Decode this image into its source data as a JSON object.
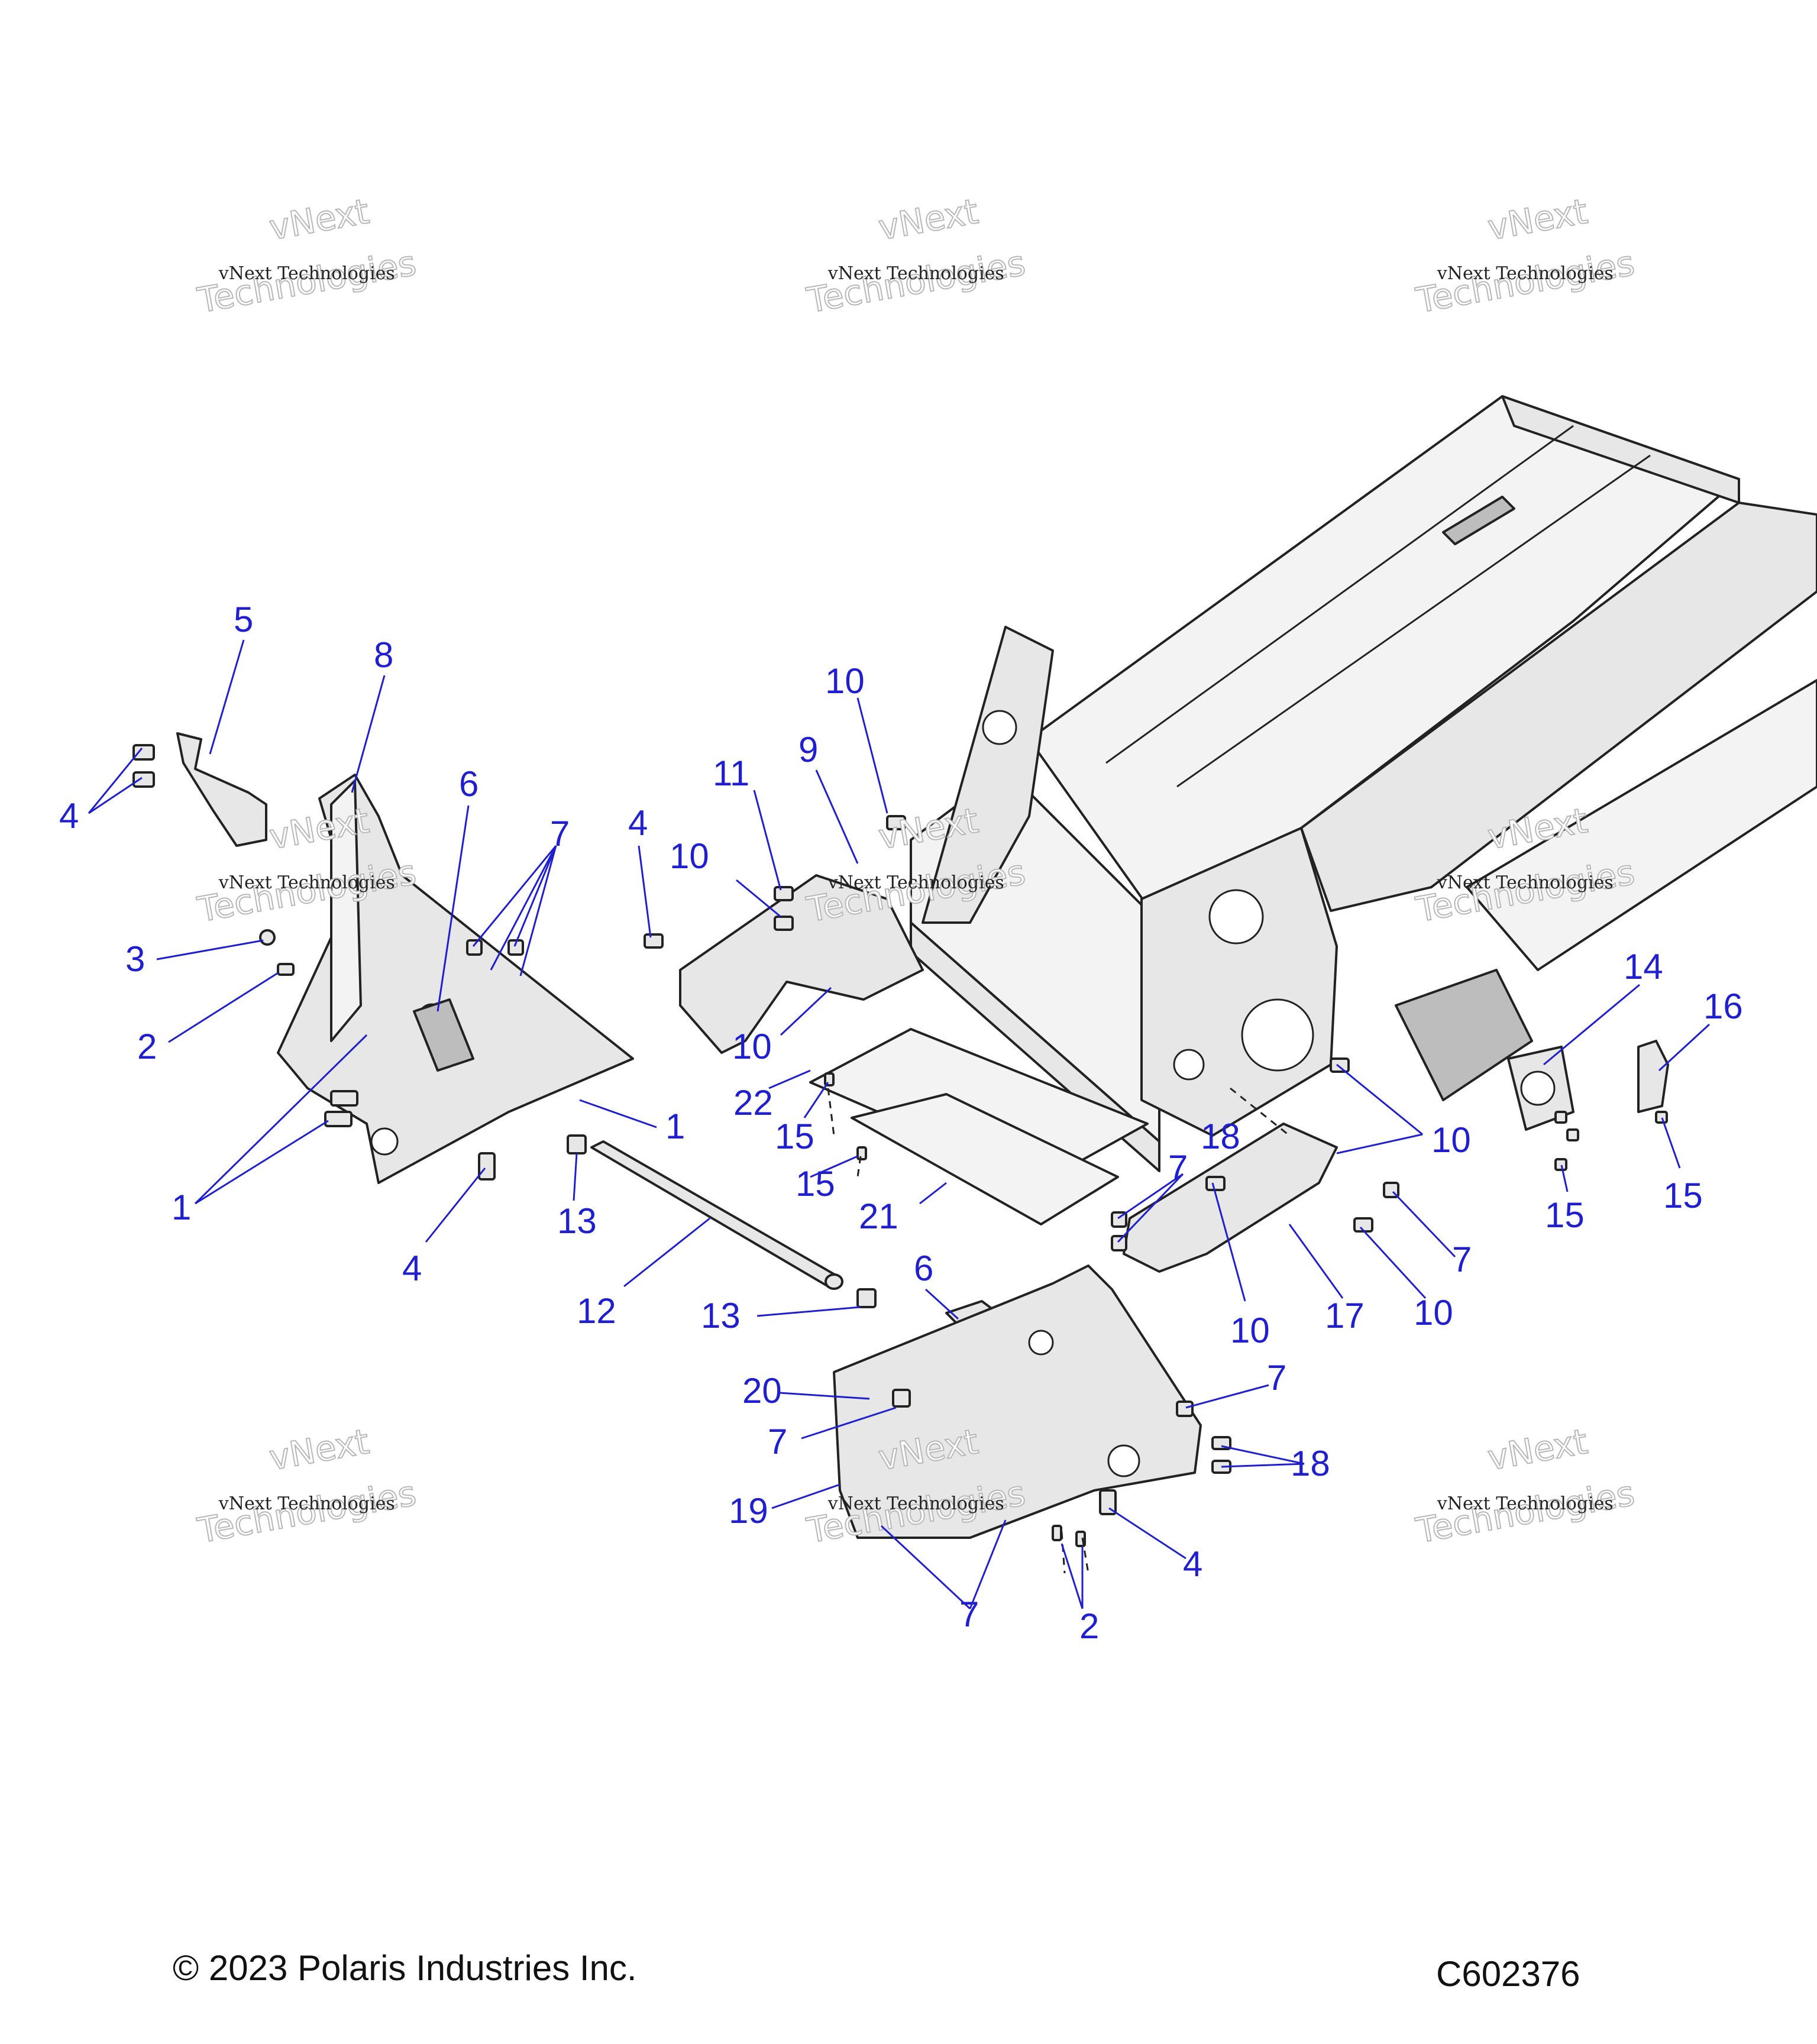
{
  "callouts": [
    {
      "id": "c5",
      "text": "5"
    },
    {
      "id": "c8",
      "text": "8"
    },
    {
      "id": "c4a",
      "text": "4"
    },
    {
      "id": "c6a",
      "text": "6"
    },
    {
      "id": "c7a",
      "text": "7"
    },
    {
      "id": "c3",
      "text": "3"
    },
    {
      "id": "c2a",
      "text": "2"
    },
    {
      "id": "c1a",
      "text": "1"
    },
    {
      "id": "c1b",
      "text": "1"
    },
    {
      "id": "c4b",
      "text": "4"
    },
    {
      "id": "c13a",
      "text": "13"
    },
    {
      "id": "c12",
      "text": "12"
    },
    {
      "id": "c13b",
      "text": "13"
    },
    {
      "id": "c10a",
      "text": "10"
    },
    {
      "id": "c11",
      "text": "11"
    },
    {
      "id": "c9",
      "text": "9"
    },
    {
      "id": "c4c",
      "text": "4"
    },
    {
      "id": "c10b",
      "text": "10"
    },
    {
      "id": "c10c",
      "text": "10"
    },
    {
      "id": "c22",
      "text": "22"
    },
    {
      "id": "c15a",
      "text": "15"
    },
    {
      "id": "c15b",
      "text": "15"
    },
    {
      "id": "c21",
      "text": "21"
    },
    {
      "id": "c18a",
      "text": "18"
    },
    {
      "id": "c7b",
      "text": "7"
    },
    {
      "id": "c10d",
      "text": "10"
    },
    {
      "id": "c7c",
      "text": "7"
    },
    {
      "id": "c10e",
      "text": "10"
    },
    {
      "id": "c17",
      "text": "17"
    },
    {
      "id": "c10f",
      "text": "10"
    },
    {
      "id": "c14",
      "text": "14"
    },
    {
      "id": "c16",
      "text": "16"
    },
    {
      "id": "c15c",
      "text": "15"
    },
    {
      "id": "c15d",
      "text": "15"
    },
    {
      "id": "c6b",
      "text": "6"
    },
    {
      "id": "c20",
      "text": "20"
    },
    {
      "id": "c7d",
      "text": "7"
    },
    {
      "id": "c7e",
      "text": "7"
    },
    {
      "id": "c18b",
      "text": "18"
    },
    {
      "id": "c19",
      "text": "19"
    },
    {
      "id": "c4d",
      "text": "4"
    },
    {
      "id": "c7f",
      "text": "7"
    },
    {
      "id": "c2b",
      "text": "2"
    }
  ],
  "watermark": {
    "line1": "vNext Technologies",
    "line2": "vNext",
    "line3": "Technologies"
  },
  "footer": {
    "copyright": "© 2023 Polaris Industries Inc.",
    "drawing_number": "C602376"
  },
  "colors": {
    "callout": "#1f1fd1",
    "outline": "#222222",
    "part_fill": "#e7e7e7"
  }
}
